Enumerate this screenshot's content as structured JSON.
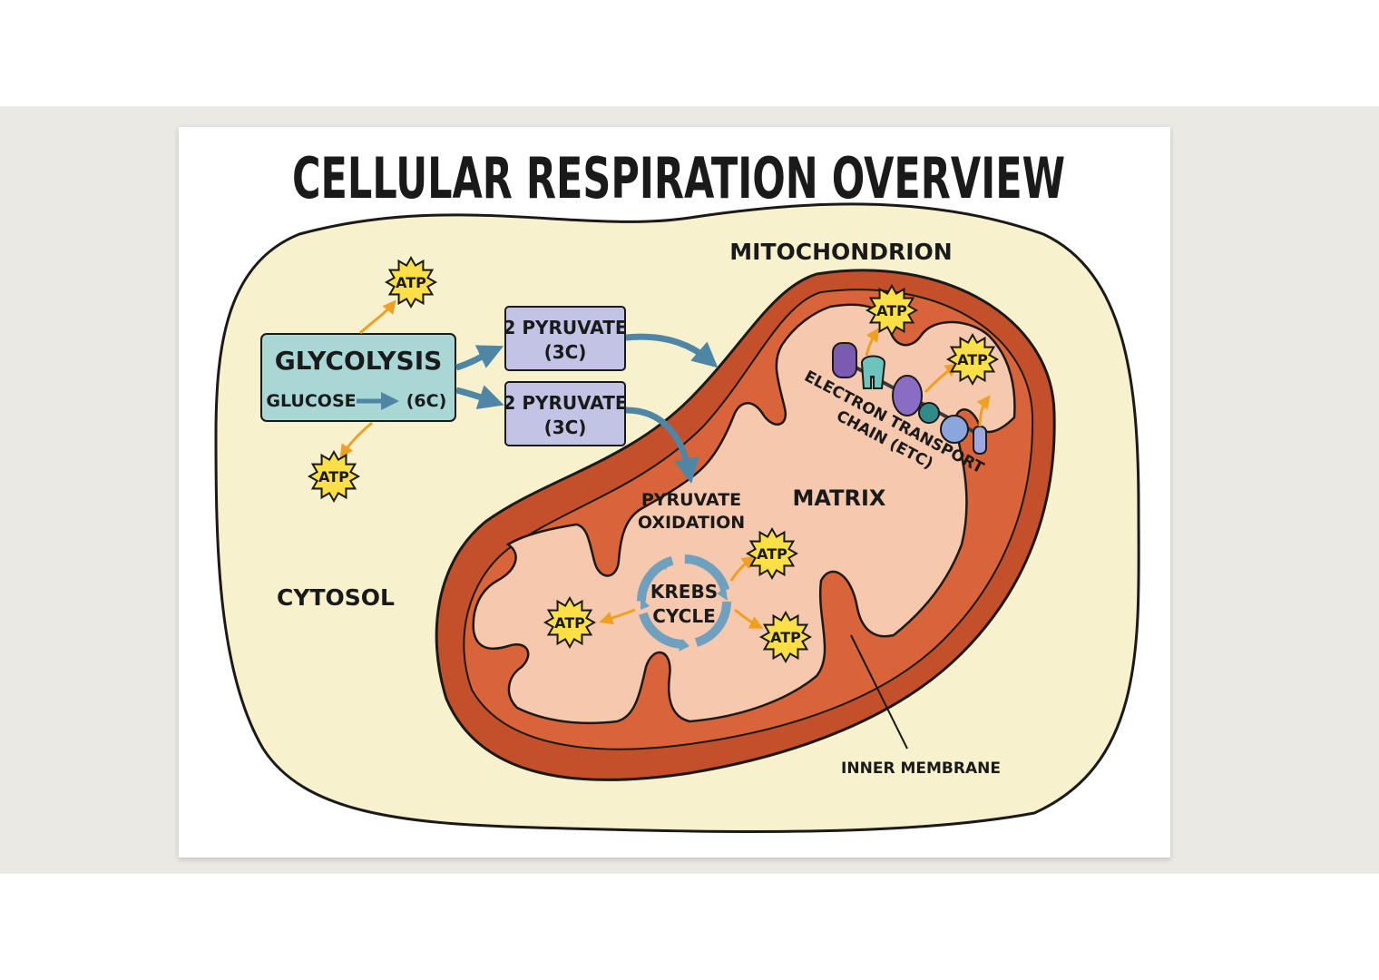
{
  "title": "CELLULAR RESPIRATION OVERVIEW",
  "labels": {
    "mitochondrion": "MITOCHONDRION",
    "cytosol": "CYTOSOL",
    "matrix": "MATRIX",
    "inner_membrane": "INNER MEMBRANE",
    "pyruvate_oxidation_line1": "PYRUVATE",
    "pyruvate_oxidation_line2": "OXIDATION",
    "etc_line1": "ELECTRON TRANSPORT",
    "etc_line2": "CHAIN (ETC)"
  },
  "glycolysis": {
    "title": "GLYCOLYSIS",
    "input": "GLUCOSE",
    "carbons": "(6C)"
  },
  "pyruvate_boxes": [
    {
      "line1": "2 PYRUVATE",
      "line2": "(3C)"
    },
    {
      "line1": "2 PYRUVATE",
      "line2": "(3C)"
    }
  ],
  "krebs": {
    "line1": "KREBS",
    "line2": "CYCLE"
  },
  "atp_label": "ATP",
  "colors": {
    "cytosol": "#f7f1cd",
    "outer_membrane": "#c4502b",
    "matrix": "#f6c8ad",
    "glycolysis_box": "#a9d7d5",
    "pyruvate_box": "#c3c3e6",
    "arrow_blue": "#4f86a5",
    "atp_star": "#fde047",
    "atp_arrow": "#f0a020"
  }
}
